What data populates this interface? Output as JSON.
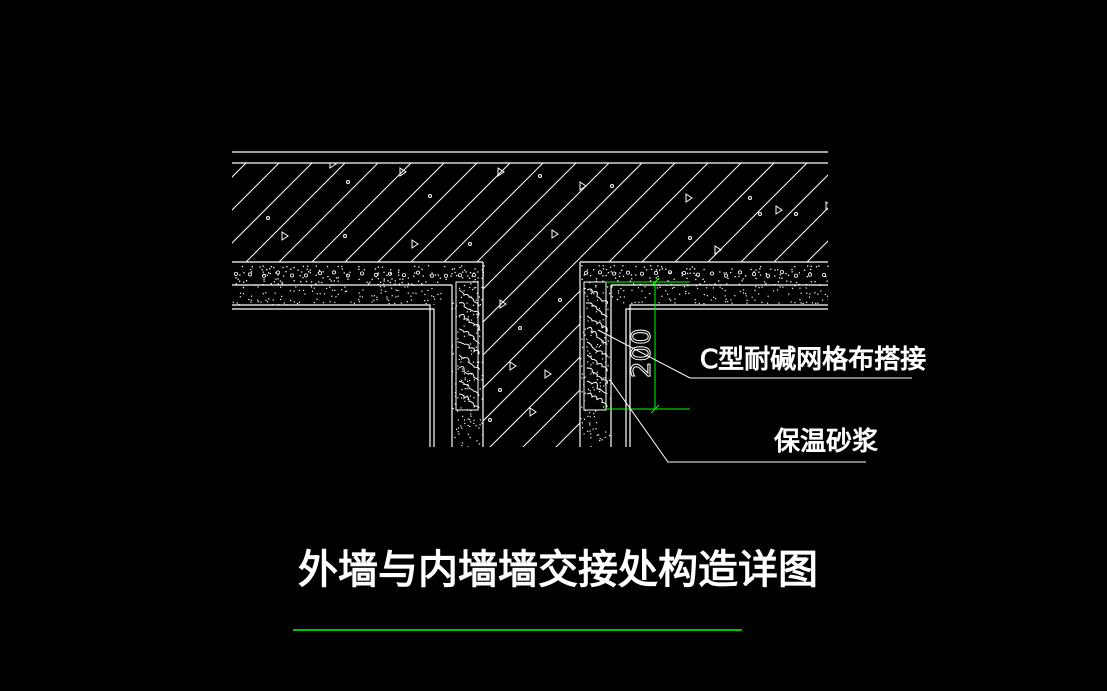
{
  "drawing": {
    "title": "外墙与内墙墙交接处构造详图",
    "background_color": "#000000",
    "line_color": "#ffffff",
    "dimension_color": "#00ff00",
    "callouts": [
      {
        "label": "C型耐碱网格布搭接"
      },
      {
        "label": "保温砂浆"
      }
    ],
    "dimension": {
      "value": "200"
    }
  }
}
